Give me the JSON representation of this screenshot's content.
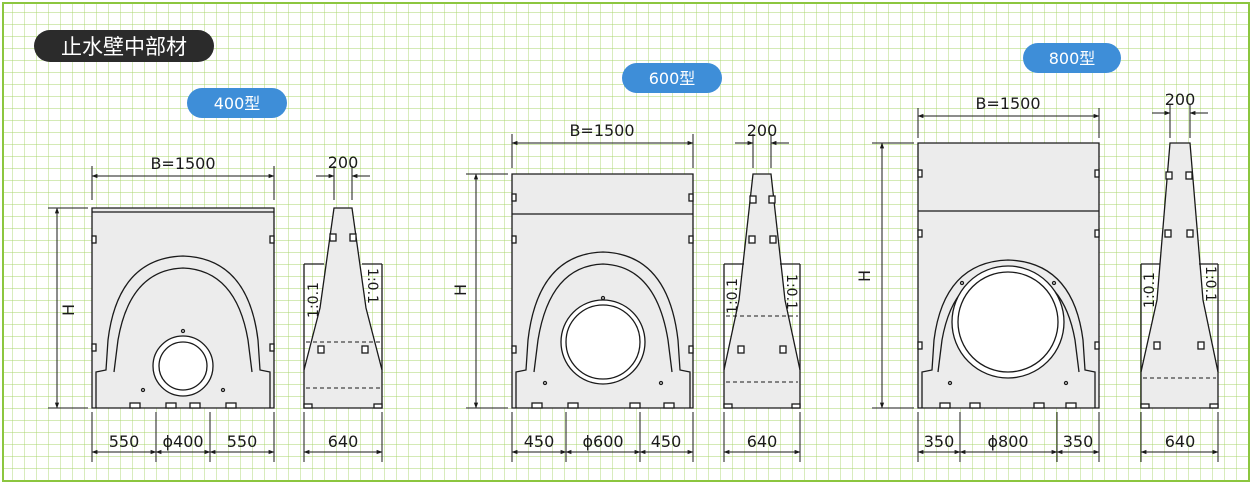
{
  "title": "止水壁中部材",
  "colors": {
    "grid_line": "#a8d46c",
    "frame": "#8cc63f",
    "title_bg": "#2b2b2b",
    "title_text": "#ffffff",
    "badge_bg": "#3e8ed8",
    "badge_text": "#ffffff",
    "part_fill": "#ececec",
    "line": "#1a1a1a"
  },
  "types": [
    {
      "label": "400型",
      "width_label": "B=1500",
      "height_label": "H",
      "top_dim": "200",
      "bottom_left": "550",
      "pipe": "ϕ400",
      "bottom_right": "550",
      "side_width": "640",
      "slope_left": "1:0.1",
      "slope_right": "1:0.1"
    },
    {
      "label": "600型",
      "width_label": "B=1500",
      "height_label": "H",
      "top_dim": "200",
      "bottom_left": "450",
      "pipe": "ϕ600",
      "bottom_right": "450",
      "side_width": "640",
      "slope_left": "1:0.1",
      "slope_right": "1:0.1"
    },
    {
      "label": "800型",
      "width_label": "B=1500",
      "height_label": "H",
      "top_dim": "200",
      "bottom_left": "350",
      "pipe": "ϕ800",
      "bottom_right": "350",
      "side_width": "640",
      "slope_left": "1:0.1",
      "slope_right": "1:0.1"
    }
  ]
}
